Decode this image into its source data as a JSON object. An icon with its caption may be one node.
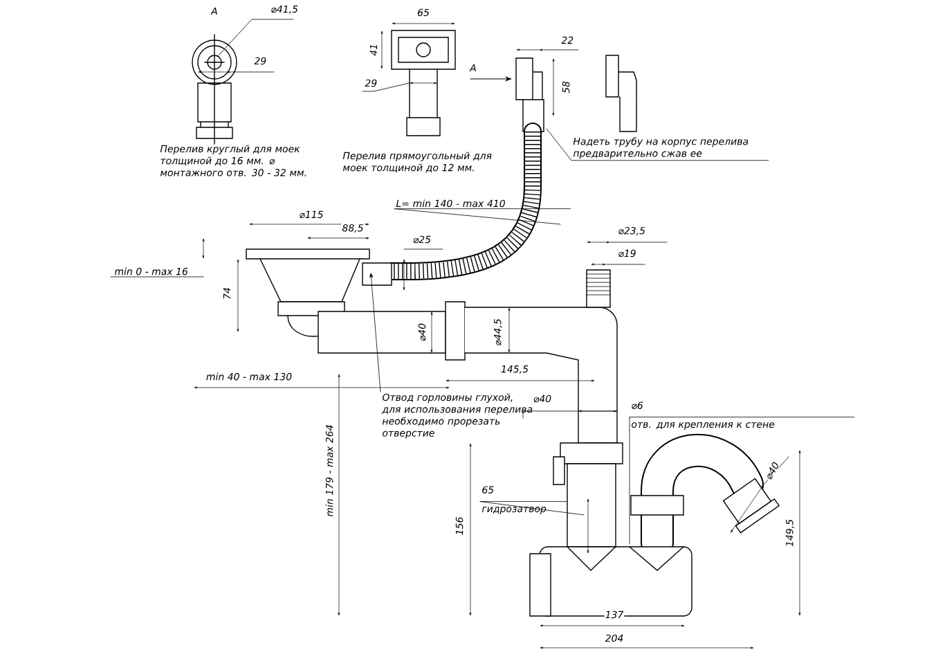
{
  "diagram": {
    "nodes": [
      {
        "text": [
          "Надеть трубу на корпус перелива предварительно сжав ее"
        ]
      },
      {
        "text": [
          "Отвод горловины глухой, для использования перелива необходимо прорезать отверстие"
        ]
      },
      {
        "text": [
          "⌀6",
          "отв. для крепления к стене"
        ]
      },
      {
        "text": [
          "65",
          "гидрозатвор"
        ]
      },
      {
        "text": [
          "L= min 140 - max 410"
        ]
      }
    ],
    "edges": [
      {
        "from": 0,
        "to": null,
        "arrow": "none"
      },
      {
        "from": 1,
        "to": null,
        "arrow": "to"
      },
      {
        "from": 2,
        "to": null,
        "arrow": "none"
      },
      {
        "from": 3,
        "to": null,
        "arrow": "none"
      },
      {
        "from": 4,
        "to": null,
        "arrow": "none"
      }
    ],
    "labels": [
      "A",
      "⌀41,5",
      "29",
      "65",
      "41",
      "29",
      "22",
      "A",
      "58",
      "Перелив круглый для моек толщиной до 16 мм. ⌀ монтажного отв. 30 - 32 мм.",
      "Перелив прямоугольный для моек толщиной до 12 мм.",
      "⌀115",
      "88,5",
      "⌀25",
      "⌀23,5",
      "⌀19",
      "min 0 - max 16",
      "74",
      "⌀40",
      "⌀44,5",
      "145,5",
      "min 40 - max 130",
      "⌀40",
      "min 179 - max 264",
      "156",
      "⌀40",
      "149,5",
      "137",
      "204"
    ]
  }
}
